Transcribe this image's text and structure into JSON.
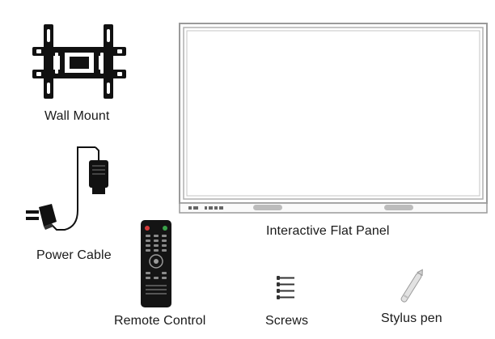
{
  "items": {
    "wall_mount": {
      "label": "Wall Mount",
      "icon": "wall-mount-bracket-icon"
    },
    "power_cable": {
      "label": "Power Cable",
      "icon": "power-cable-icon"
    },
    "flat_panel": {
      "label": "Interactive Flat Panel",
      "icon": "interactive-flat-panel-icon"
    },
    "remote_control": {
      "label": "Remote Control",
      "icon": "remote-control-icon"
    },
    "screws": {
      "label": "Screws",
      "icon": "screws-icon"
    },
    "stylus_pen": {
      "label": "Stylus pen",
      "icon": "stylus-pen-icon"
    }
  },
  "colors": {
    "stroke": "#1a1a1a",
    "panel_frame": "#9a9a9a",
    "remote_red": "#d43a3a",
    "remote_green": "#3aa34a"
  }
}
